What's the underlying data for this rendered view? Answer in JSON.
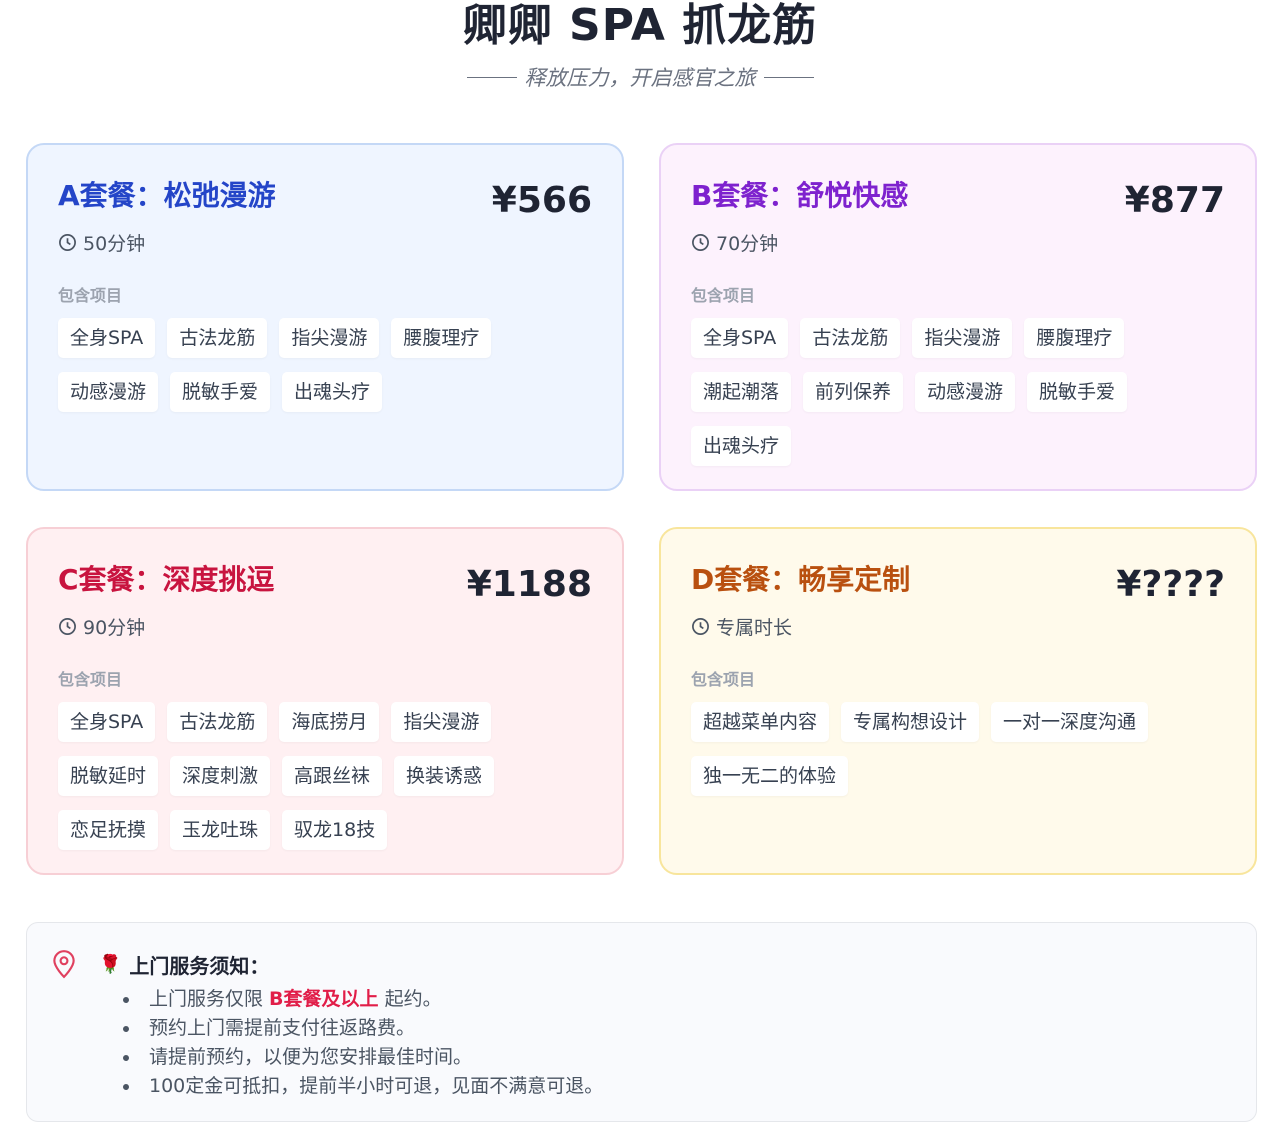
{
  "header": {
    "title": "卿卿 SPA 抓龙筋",
    "subtitle": "释放压力，开启感官之旅"
  },
  "section_label": "包含项目",
  "packages": [
    {
      "id": "a",
      "title": "A套餐：松弛漫游",
      "price": "¥566",
      "duration": "50分钟",
      "color": "#2445c8",
      "items": [
        "全身SPA",
        "古法龙筋",
        "指尖漫游",
        "腰腹理疗",
        "动感漫游",
        "脱敏手爱",
        "出魂头疗"
      ]
    },
    {
      "id": "b",
      "title": "B套餐：舒悦快感",
      "price": "¥877",
      "duration": "70分钟",
      "color": "#7e22ce",
      "items": [
        "全身SPA",
        "古法龙筋",
        "指尖漫游",
        "腰腹理疗",
        "潮起潮落",
        "前列保养",
        "动感漫游",
        "脱敏手爱",
        "出魂头疗"
      ]
    },
    {
      "id": "c",
      "title": "C套餐：深度挑逗",
      "price": "¥1188",
      "duration": "90分钟",
      "color": "#c8143f",
      "items": [
        "全身SPA",
        "古法龙筋",
        "海底捞月",
        "指尖漫游",
        "脱敏延时",
        "深度刺激",
        "高跟丝袜",
        "换装诱惑",
        "恋足抚摸",
        "玉龙吐珠",
        "驭龙18技"
      ]
    },
    {
      "id": "d",
      "title": "D套餐：畅享定制",
      "price": "¥????",
      "duration": "专属时长",
      "color": "#b9500f",
      "items": [
        "超越菜单内容",
        "专属构想设计",
        "一对一深度沟通",
        "独一无二的体验"
      ]
    }
  ],
  "notice": {
    "icon": "map-pin-icon",
    "emoji": "🌹",
    "title": "上门服务须知：",
    "items": [
      {
        "before": "上门服务仅限 ",
        "highlight": "B套餐及以上",
        "after": " 起约。"
      },
      {
        "before": "预约上门需提前支付往返路费。"
      },
      {
        "before": "请提前预约，以便为您安排最佳时间。"
      },
      {
        "before": "100定金可抵扣，提前半小时可退，见面不满意可退。"
      }
    ],
    "highlight_color": "#e11d48"
  }
}
